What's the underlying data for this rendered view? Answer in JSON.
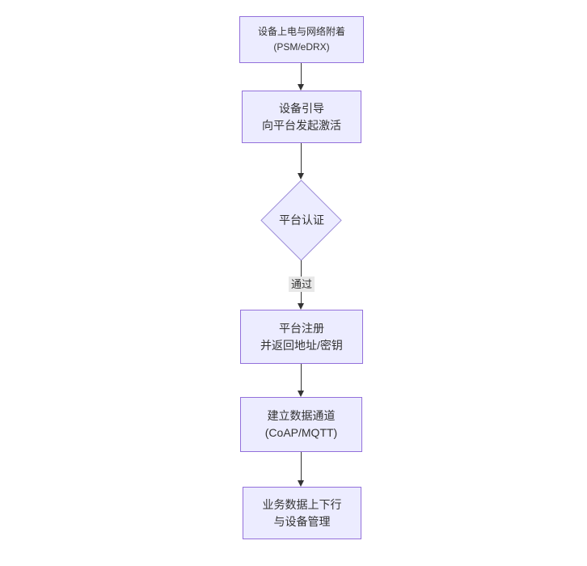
{
  "diagram": {
    "type": "flowchart",
    "direction": "top-down",
    "colors": {
      "background": "#ffffff",
      "node_fill": "#ECECFF",
      "node_border": "#9370DB",
      "edge": "#333333",
      "text": "#333333",
      "edge_label_bg": "#e8e8e8"
    },
    "nodes": [
      {
        "id": "power-on",
        "shape": "rect",
        "line1": "设备上电与网络附着",
        "line2": "(PSM/eDRX)"
      },
      {
        "id": "bootstrap",
        "shape": "rect",
        "line1": "设备引导",
        "line2": "向平台发起激活"
      },
      {
        "id": "auth",
        "shape": "diamond",
        "line1": "平台认证",
        "line2": ""
      },
      {
        "id": "register",
        "shape": "rect",
        "line1": "平台注册",
        "line2": "并返回地址/密钥"
      },
      {
        "id": "channel",
        "shape": "rect",
        "line1": "建立数据通道",
        "line2": "(CoAP/MQTT)"
      },
      {
        "id": "business",
        "shape": "rect",
        "line1": "业务数据上下行",
        "line2": "与设备管理"
      }
    ],
    "edges": [
      {
        "from": "power-on",
        "to": "bootstrap",
        "label": ""
      },
      {
        "from": "bootstrap",
        "to": "auth",
        "label": ""
      },
      {
        "from": "auth",
        "to": "register",
        "label": "通过"
      },
      {
        "from": "register",
        "to": "channel",
        "label": ""
      },
      {
        "from": "channel",
        "to": "business",
        "label": ""
      }
    ]
  }
}
